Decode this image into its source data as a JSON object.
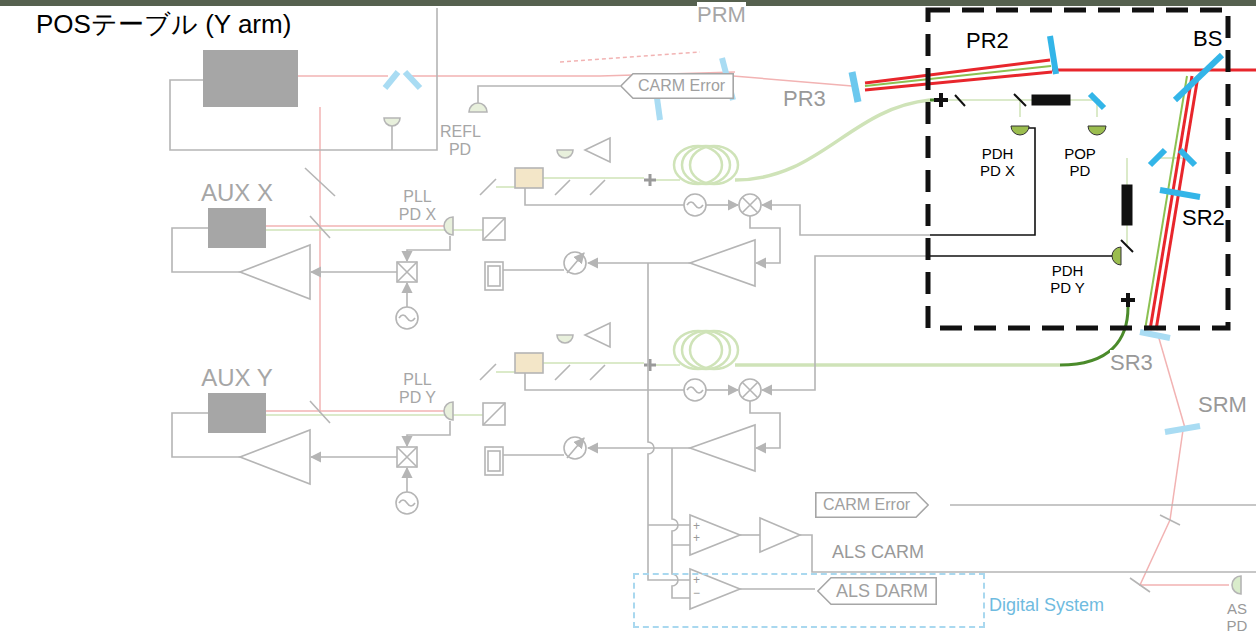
{
  "diagram": {
    "nodes": [
      {
        "text": [
          "CARM Error"
        ]
      },
      {
        "text": [
          "AUX X"
        ]
      },
      {
        "text": [
          "AUX Y"
        ]
      },
      {
        "text": [
          "CARM Error"
        ]
      },
      {
        "text": [
          "Digital System"
        ]
      },
      {
        "text": [
          "ALS DARM"
        ],
        "in": 4
      }
    ],
    "labels": [
      "POSテーブル (Y arm)",
      "PRM",
      "PR2",
      "BS",
      "PR3",
      "REFL PD",
      "PDH PD X",
      "POP PD",
      "SR2",
      "PLL PD X",
      "PDH PD Y",
      "SR3",
      "PLL PD Y",
      "SRM",
      "+",
      "+",
      "ALS CARM",
      "+",
      "−",
      "AS PD"
    ]
  }
}
